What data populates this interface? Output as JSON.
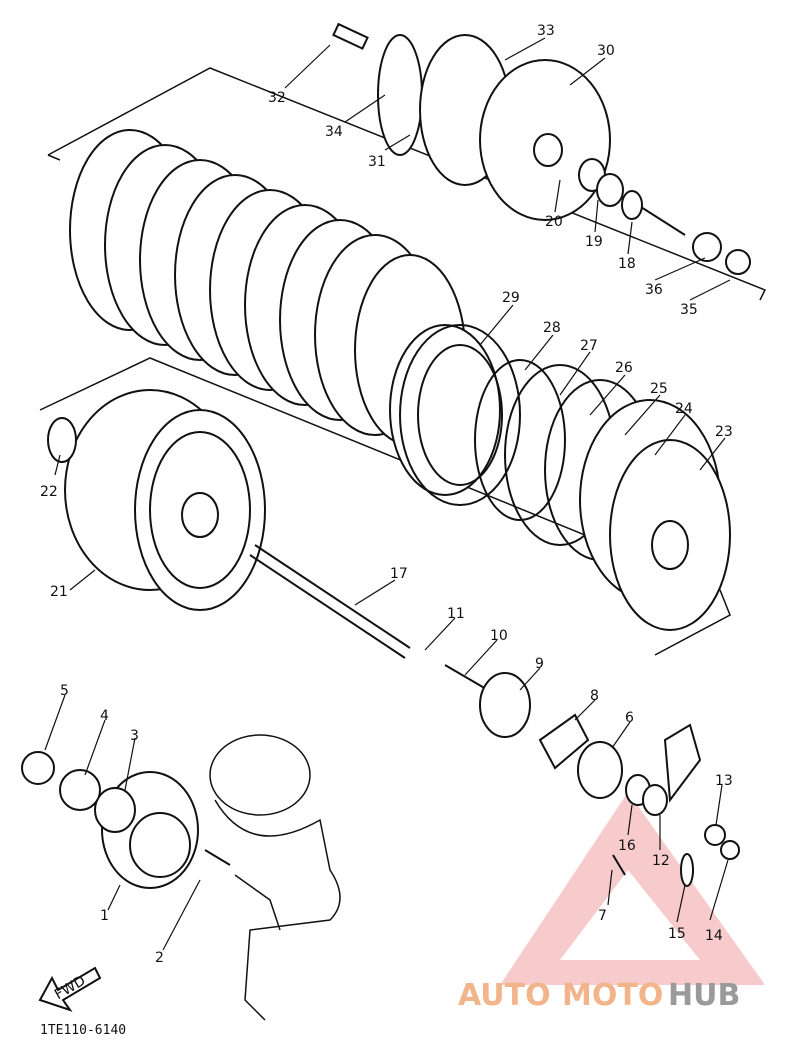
{
  "diagram": {
    "reference_code": "1TE110-6140",
    "fwd_label": "FWD",
    "watermark": {
      "part1": "AUTO",
      "part2": "MOTO",
      "part3": "HUB",
      "color1": "#f2b48a",
      "color2": "#f2b48a",
      "color3": "#9a9a9a",
      "triangle_color": "#f0a0a0"
    },
    "callouts": [
      "1",
      "2",
      "3",
      "4",
      "5",
      "6",
      "7",
      "8",
      "9",
      "10",
      "11",
      "12",
      "13",
      "14",
      "15",
      "16",
      "17",
      "18",
      "19",
      "20",
      "21",
      "22",
      "23",
      "24",
      "25",
      "26",
      "27",
      "28",
      "29",
      "30",
      "31",
      "32",
      "33",
      "34",
      "35",
      "36"
    ]
  }
}
